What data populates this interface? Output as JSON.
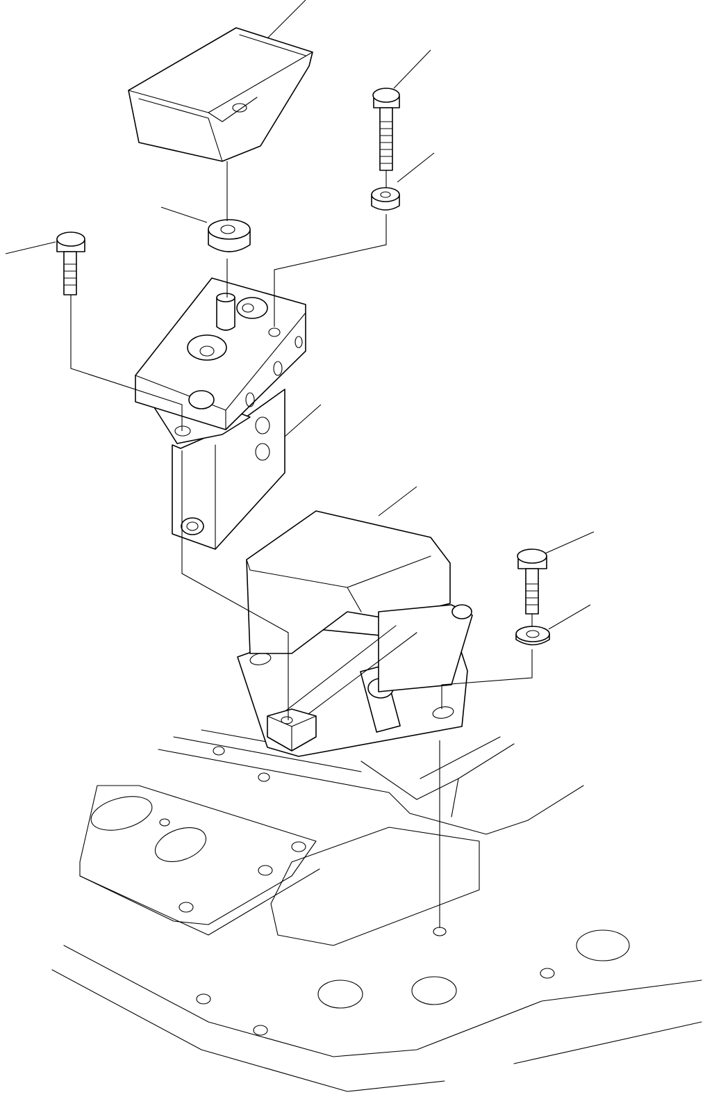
{
  "drawing": {
    "colors": {
      "line": "#000000",
      "background": "#ffffff"
    },
    "parts": [
      "grab-handle",
      "upper-bolt",
      "upper-nut",
      "spacer",
      "left-bolt",
      "latch-bracket",
      "lock-plate",
      "lower-bolt",
      "lower-washer",
      "mounting-frame"
    ]
  }
}
